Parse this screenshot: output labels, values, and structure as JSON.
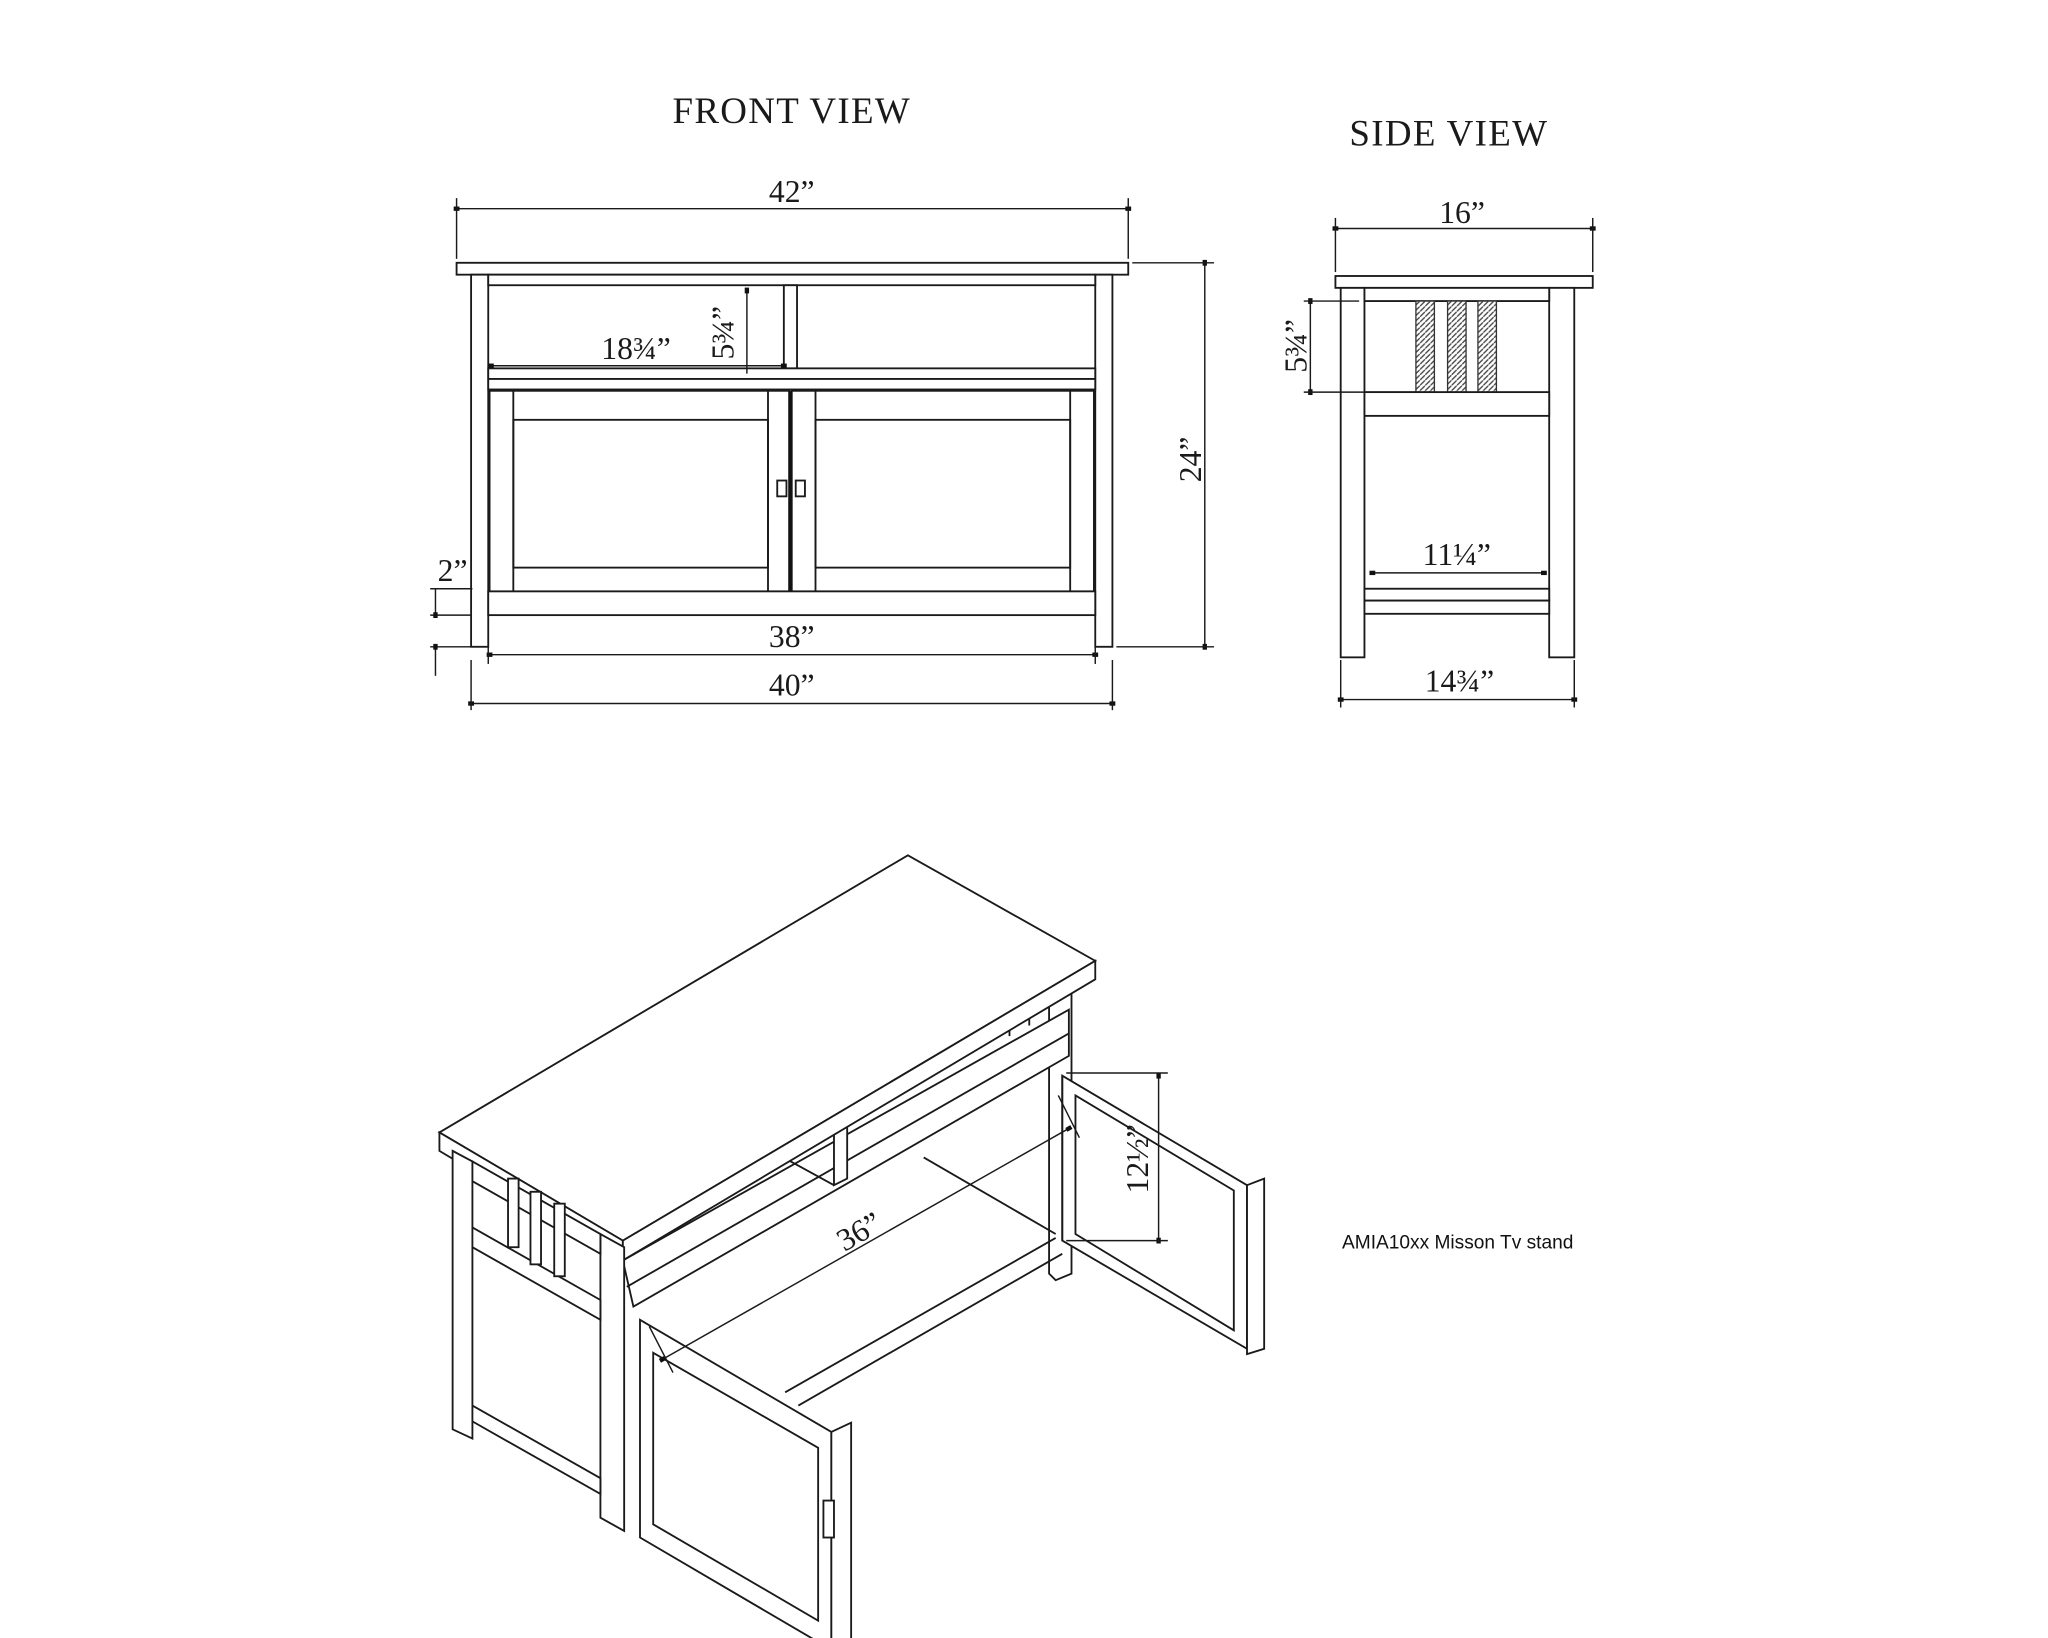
{
  "front_view": {
    "title": "FRONT VIEW",
    "dims": {
      "overall_width": "42”",
      "height": "24”",
      "shelf_width": "18¾”",
      "shelf_height": "5¾”",
      "leg_clearance": "2”",
      "inner_width": "38”",
      "leg_span": "40”"
    }
  },
  "side_view": {
    "title": "SIDE VIEW",
    "dims": {
      "depth": "16”",
      "slat_height": "5¾”",
      "inner_depth": "11¼”",
      "leg_span": "14¾”"
    }
  },
  "iso_view": {
    "dims": {
      "interior_width": "36”",
      "door_opening": "12½”"
    }
  },
  "caption": "AMIA10xx Misson Tv stand"
}
